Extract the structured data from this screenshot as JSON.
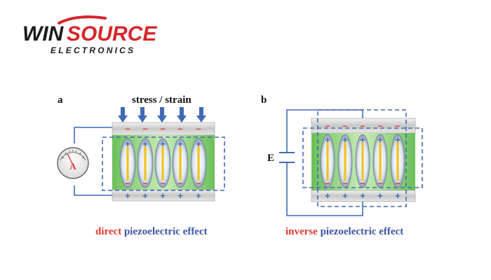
{
  "logo": {
    "brand_left": "WIN",
    "brand_right": "SOURCE",
    "tagline": "ELECTRONICS"
  },
  "panel_a": {
    "letter": "a",
    "stress_label": "stress / strain",
    "meter_label": "A",
    "caption_highlight": "direct",
    "caption_rest": " piezoelectric effect"
  },
  "panel_b": {
    "letter": "b",
    "field_label": "E",
    "caption_highlight": "inverse",
    "caption_rest": " piezoelectric effect"
  },
  "charges": {
    "plus": "+",
    "minus": "–"
  },
  "colors": {
    "wire": "#3f6ab5",
    "accent_red": "#e03a33",
    "caption_blue": "#3a57a7",
    "logo_black": "#1b1b1b",
    "logo_red": "#d7262c",
    "crystal_green": "#8fd07a",
    "electrode_gray": "#cfcfcf",
    "dipole_core": "#f2c21b",
    "arrow_blue": "#3f6ab5"
  }
}
